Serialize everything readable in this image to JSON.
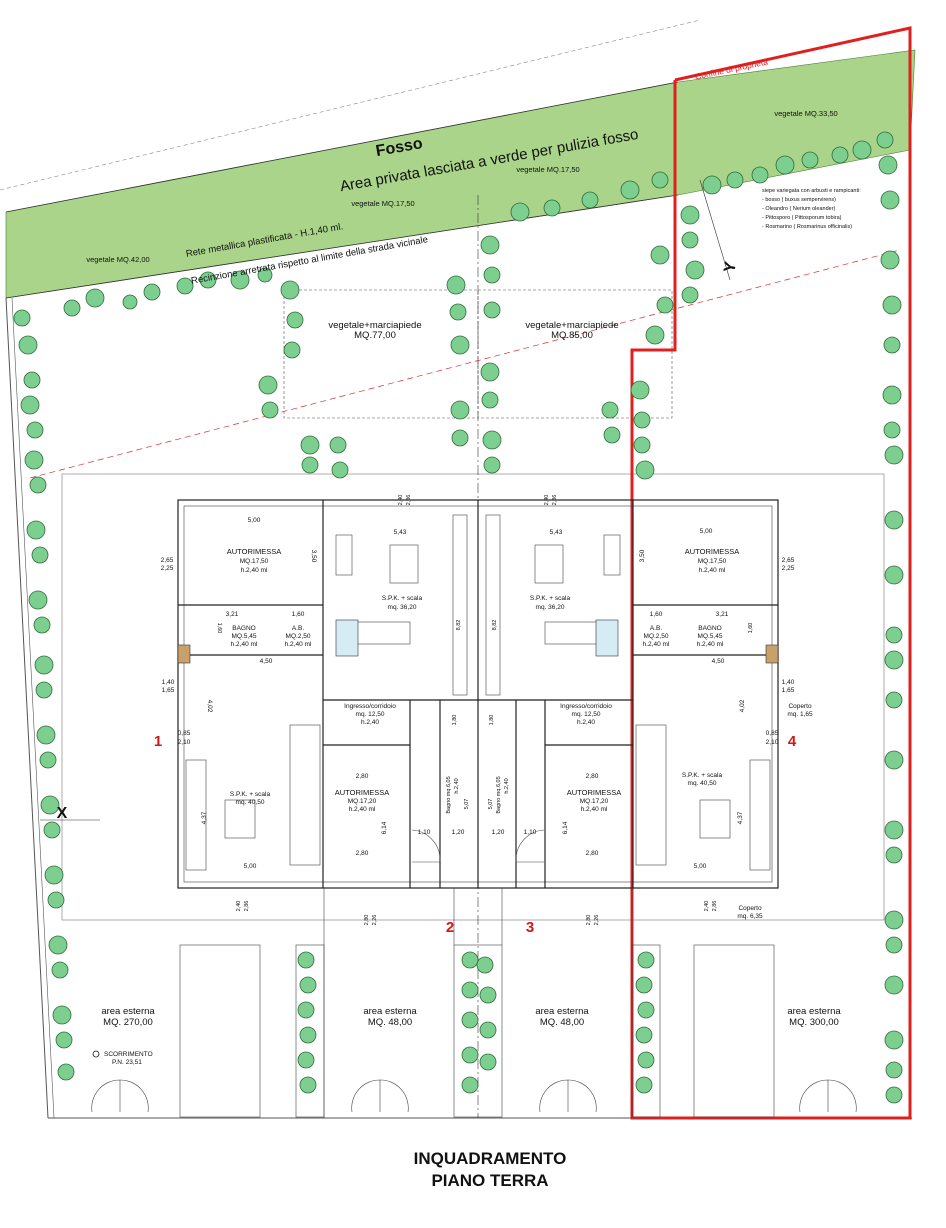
{
  "labels": {
    "fosso": "Fosso",
    "confine": "Confine di proprietà",
    "area_privata": "Area privata lasciata a verde per pulizia fosso",
    "rete": "Rete metallica plastificata - H.1,40 ml.",
    "recinzione": "Recinzione arretrata rispetto al limite della strada vicinale",
    "vegetale_42": "vegetale MQ.42,00",
    "vegetale_17_a": "vegetale MQ.17,50",
    "vegetale_17_b": "vegetale MQ.17,50",
    "vegetale_33": "vegetale MQ.33,50",
    "siepe": [
      "siepe variegata con arbusti e rampicanti:",
      "- bosso ( buxus sempervirens)",
      "- Oleandro ( Nerium oleander)",
      "- Pittosporo ( Pittosporum tobira)",
      "- Rosmarino ( Rosmarinus officinalis)"
    ],
    "vm_77": [
      "vegetale+marciapiede",
      "MQ.77,00"
    ],
    "vm_85": [
      "vegetale+marciapiede",
      "MQ.85,00"
    ],
    "axis_x": "X",
    "axis_y": "Y",
    "unit_nums": [
      "1",
      "2",
      "3",
      "4"
    ],
    "scorrimento": [
      "SCORRIMENTO",
      "P.N. 23,51"
    ],
    "area_esterna": [
      [
        "area esterna",
        "MQ. 270,00"
      ],
      [
        "area esterna",
        "MQ. 48,00"
      ],
      [
        "area esterna",
        "MQ. 48,00"
      ],
      [
        "area esterna",
        "MQ. 300,00"
      ]
    ]
  },
  "rooms": {
    "autorimessa_l": [
      "AUTORIMESSA",
      "MQ.17,50",
      "h.2,40 ml"
    ],
    "autorimessa_r": [
      "AUTORIMESSA",
      "MQ.17,50",
      "h.2,40 ml"
    ],
    "spk_top_l": [
      "S.P.K. + scala",
      "mq. 36,20"
    ],
    "spk_top_r": [
      "S.P.K. + scala",
      "mq. 36,20"
    ],
    "bagno_l": [
      "BAGNO",
      "MQ.5,45",
      "h.2,40 ml"
    ],
    "ab_l": [
      "A.B.",
      "MQ.2,50",
      "h.2,40 ml"
    ],
    "bagno_r": [
      "BAGNO",
      "MQ.5,45",
      "h.2,40 ml"
    ],
    "ab_r": [
      "A.B.",
      "MQ.2,50",
      "h.2,40 ml"
    ],
    "ingresso_l": [
      "Ingresso/corridoio",
      "mq. 12,50",
      "h.2,40"
    ],
    "ingresso_r": [
      "Ingresso/corridoio",
      "mq. 12,50",
      "h.2,40"
    ],
    "spk_bot_l": [
      "S.P.K. + scala",
      "mq. 40,50"
    ],
    "spk_bot_r": [
      "S.P.K. + scala",
      "mq. 40,50"
    ],
    "autorim_mid_l": [
      "AUTORIMESSA",
      "MQ.17,20",
      "h.2,40 ml"
    ],
    "autorim_mid_r": [
      "AUTORIMESSA",
      "MQ.17,20",
      "h.2,40 ml"
    ],
    "bagno_mid_l": "Bagno mq.6,05",
    "bagno_mid_r": "Bagno mq.6,05",
    "bagno_mid_h": "h.2,40",
    "coperto_1": [
      "Coperto",
      "mq. 1,65"
    ],
    "coperto_2": [
      "Coperto",
      "mq. 6,35"
    ]
  },
  "dims": {
    "d500": "5,00",
    "d543": "5,43",
    "d265": "2,65",
    "d225": "2,25",
    "d350": "3,50",
    "d321": "3,21",
    "d160": "1,60",
    "d450": "4,50",
    "d140": "1,40",
    "d165": "1,65",
    "d085": "0,85",
    "d210": "2,10",
    "d437": "4,37",
    "d402": "4,02",
    "d240": "2,40",
    "d286": "2,86",
    "d280": "2,80",
    "d226": "2,26",
    "d614": "6,14",
    "d110": "1,10",
    "d120": "1,20",
    "d180": "1,80",
    "d507": "5,07",
    "d882": "8,82"
  },
  "caption": {
    "line1": "INQUADRAMENTO",
    "line2": "PIANO TERRA"
  },
  "colors": {
    "green_strip": "#a9d489",
    "tree_fill": "#7dcf8f",
    "property_line": "#e0201f",
    "dash_line": "#d23030",
    "unit_number": "#d01818"
  }
}
